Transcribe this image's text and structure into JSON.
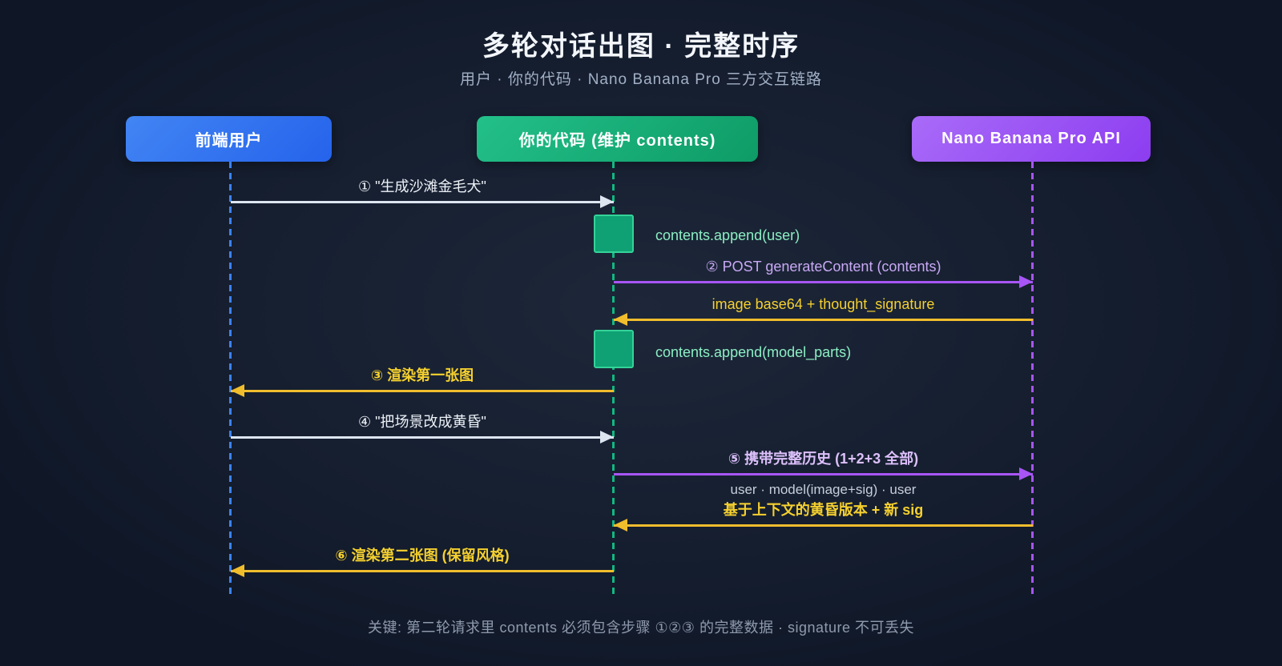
{
  "header": {
    "title": "多轮对话出图 · 完整时序",
    "subtitle": "用户 · 你的代码 · Nano Banana Pro 三方交互链路"
  },
  "actors": [
    {
      "id": "frontend-user",
      "label": "前端用户",
      "color": "#2f6bea"
    },
    {
      "id": "your-code",
      "label": "你的代码 (维护 contents)",
      "color": "#15a374"
    },
    {
      "id": "nano-banana-pro-api",
      "label": "Nano Banana Pro API",
      "color": "#9a53f5"
    }
  ],
  "lifeline_colors": {
    "frontend_user": "#3b82f6",
    "your_code": "#10b981",
    "api": "#a855f7"
  },
  "activations": {
    "a1": {
      "label": "contents.append(user)",
      "on": "your-code"
    },
    "a2": {
      "label": "contents.append(model_parts)",
      "on": "your-code"
    }
  },
  "messages": {
    "m1": {
      "label": "① \"生成沙滩金毛犬\"",
      "from": "frontend-user",
      "to": "your-code",
      "color": "#dde5f0"
    },
    "m2": {
      "label": "② POST generateContent (contents)",
      "from": "your-code",
      "to": "nano-banana-pro-api",
      "color": "#a855f7"
    },
    "m3": {
      "label": "image base64 + thought_signature",
      "from": "nano-banana-pro-api",
      "to": "your-code",
      "color": "#f0bd2d"
    },
    "m4": {
      "label": "③ 渲染第一张图",
      "from": "your-code",
      "to": "frontend-user",
      "color": "#f0bd2d"
    },
    "m5": {
      "label": "④ \"把场景改成黄昏\"",
      "from": "frontend-user",
      "to": "your-code",
      "color": "#dde5f0"
    },
    "m6": {
      "label": "⑤ 携带完整历史 (1+2+3 全部)",
      "sub": "user · model(image+sig) · user",
      "from": "your-code",
      "to": "nano-banana-pro-api",
      "color": "#a855f7"
    },
    "m7": {
      "label": "基于上下文的黄昏版本 + 新 sig",
      "from": "nano-banana-pro-api",
      "to": "your-code",
      "color": "#f0bd2d"
    },
    "m8": {
      "label": "⑥ 渲染第二张图 (保留风格)",
      "from": "your-code",
      "to": "frontend-user",
      "color": "#f0bd2d"
    }
  },
  "footer": {
    "note": "关键: 第二轮请求里 contents 必须包含步骤 ①②③ 的完整数据 · signature 不可丢失"
  }
}
